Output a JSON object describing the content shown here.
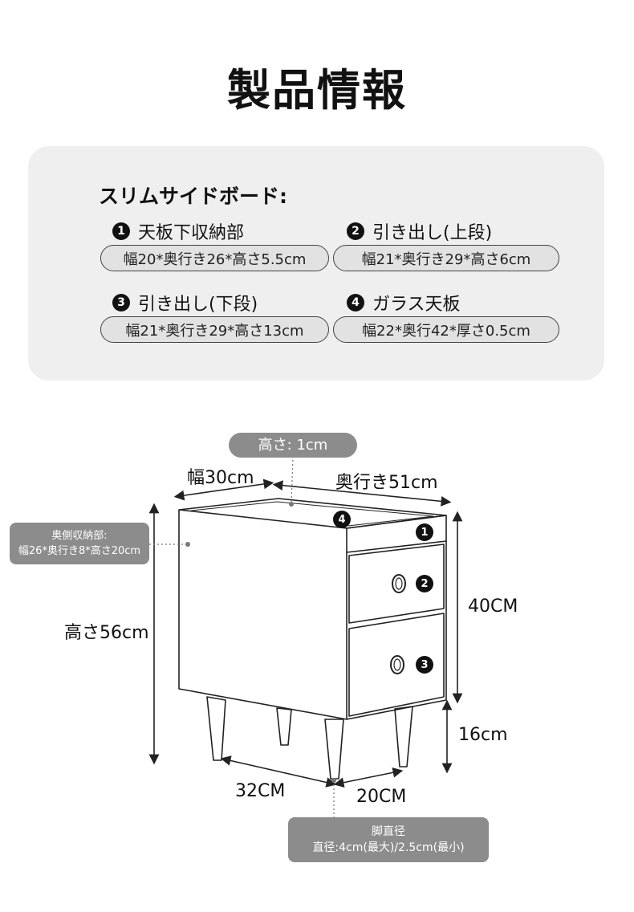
{
  "title": "製品情報",
  "product": {
    "name": "スリムサイドボード:",
    "parts": [
      {
        "num": "1",
        "name": "天板下収納部",
        "size": "幅20*奥行き26*高さ5.5cm"
      },
      {
        "num": "2",
        "name": "引き出し(上段)",
        "size": "幅21*奥行き29*高さ6cm"
      },
      {
        "num": "3",
        "name": "引き出し(下段)",
        "size": "幅21*奥行き29*高さ13cm"
      },
      {
        "num": "4",
        "name": "ガラス天板",
        "size": "幅22*奥行42*厚さ0.5cm"
      }
    ]
  },
  "diagram": {
    "glass_height": "高さ: 1cm",
    "width": "幅30cm",
    "depth": "奥行き51cm",
    "back_storage_title": "奥側収納部:",
    "back_storage_size": "幅26*奥行き8*高さ20cm",
    "total_height": "高さ56cm",
    "body_height": "40CM",
    "leg_height": "16cm",
    "leg_span_depth": "32CM",
    "leg_span_width": "20CM",
    "leg_title": "脚直径",
    "leg_size": "直径:4cm(最大)/2.5cm(最小)",
    "markers": [
      "1",
      "2",
      "3",
      "4"
    ]
  }
}
